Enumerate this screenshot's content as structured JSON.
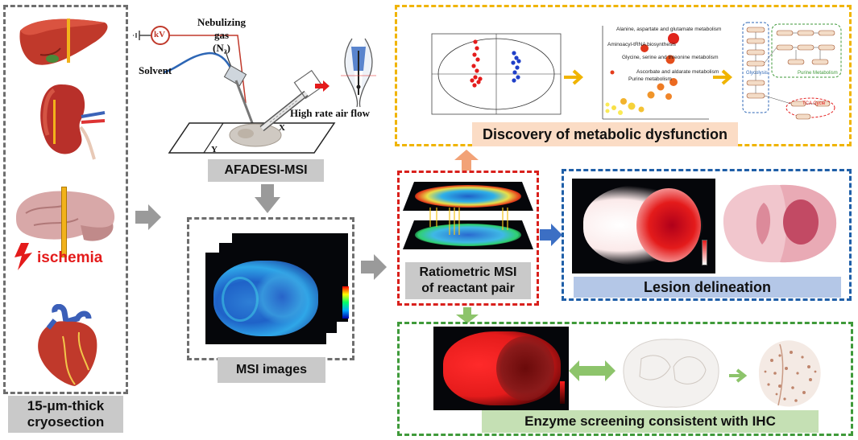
{
  "left_panel": {
    "caption_line1": "15-μm-thick",
    "caption_line2": "cryosection",
    "ischemia_label": "ischemia"
  },
  "afadesi": {
    "kv_label": "kV",
    "solvent_label": "Solvent",
    "nebulizing_line1": "Nebulizing",
    "nebulizing_line2": "gas",
    "nebulizing_line3": "(N₂)",
    "airflow_label": "High rate air flow",
    "axis_x": "X",
    "axis_y": "Y",
    "title": "AFADESI-MSI"
  },
  "msi": {
    "caption": "MSI images"
  },
  "discovery": {
    "title": "Discovery of metabolic dysfunction",
    "pathways": [
      "Alanine, aspartate and glutamate metabolism",
      "Aminoacyl-tRNA biosynthesis",
      "Glycine, serine and threonine metabolism",
      "Ascorbate and aldarate metabolism",
      "Purine metabolism"
    ],
    "network_labels": [
      "Glycolysis",
      "Purine Metabolism",
      "TCA Cycle"
    ]
  },
  "ratiometric": {
    "caption_line1": "Ratiometric MSI",
    "caption_line2": "of reactant pair"
  },
  "lesion": {
    "caption": "Lesion delineation"
  },
  "enzyme": {
    "caption": "Enzyme screening consistent with IHC"
  },
  "colors": {
    "gray_border": "#6e6e6e",
    "yellow_border": "#f0b400",
    "red_border": "#d9201c",
    "blue_border": "#1f5fa8",
    "green_border": "#3f9a3a",
    "arrow_gray": "#9a9a9a",
    "arrow_orange": "#f2a277",
    "arrow_blue": "#3c6fc4",
    "arrow_green": "#8dc46b",
    "arrow_yellow": "#f0b400"
  }
}
